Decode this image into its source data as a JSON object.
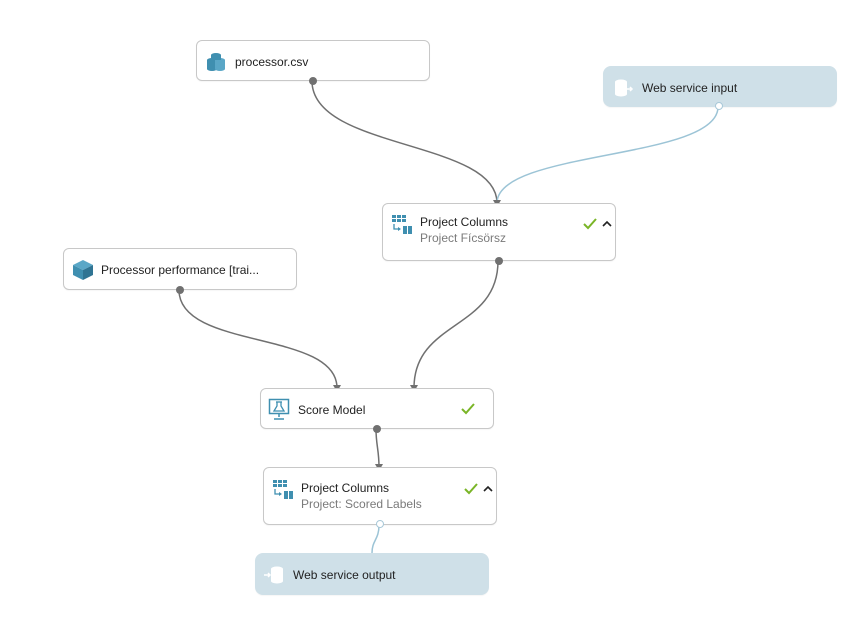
{
  "nodes": {
    "processor_csv": {
      "title": "processor.csv",
      "icon": "dataset-icon"
    },
    "web_service_input": {
      "title": "Web service input",
      "icon": "web-service-input-icon"
    },
    "project_columns_1": {
      "title": "Project Columns",
      "subtitle": "Project Fícsörsz",
      "icon": "project-columns-icon",
      "status": "completed"
    },
    "processor_performance": {
      "title": "Processor performance [trai...",
      "icon": "trained-model-icon"
    },
    "score_model": {
      "title": "Score Model",
      "icon": "score-model-icon",
      "status": "completed"
    },
    "project_columns_2": {
      "title": "Project Columns",
      "subtitle": "Project: Scored Labels",
      "icon": "project-columns-icon",
      "status": "completed"
    },
    "web_service_output": {
      "title": "Web service output",
      "icon": "web-service-output-icon"
    }
  },
  "colors": {
    "data_edge": "#707070",
    "web_service_edge": "#9cc4d6",
    "web_service_fill": "#cfe0e8",
    "check_green": "#7ab527",
    "icon_blue": "#3f8fb0"
  }
}
